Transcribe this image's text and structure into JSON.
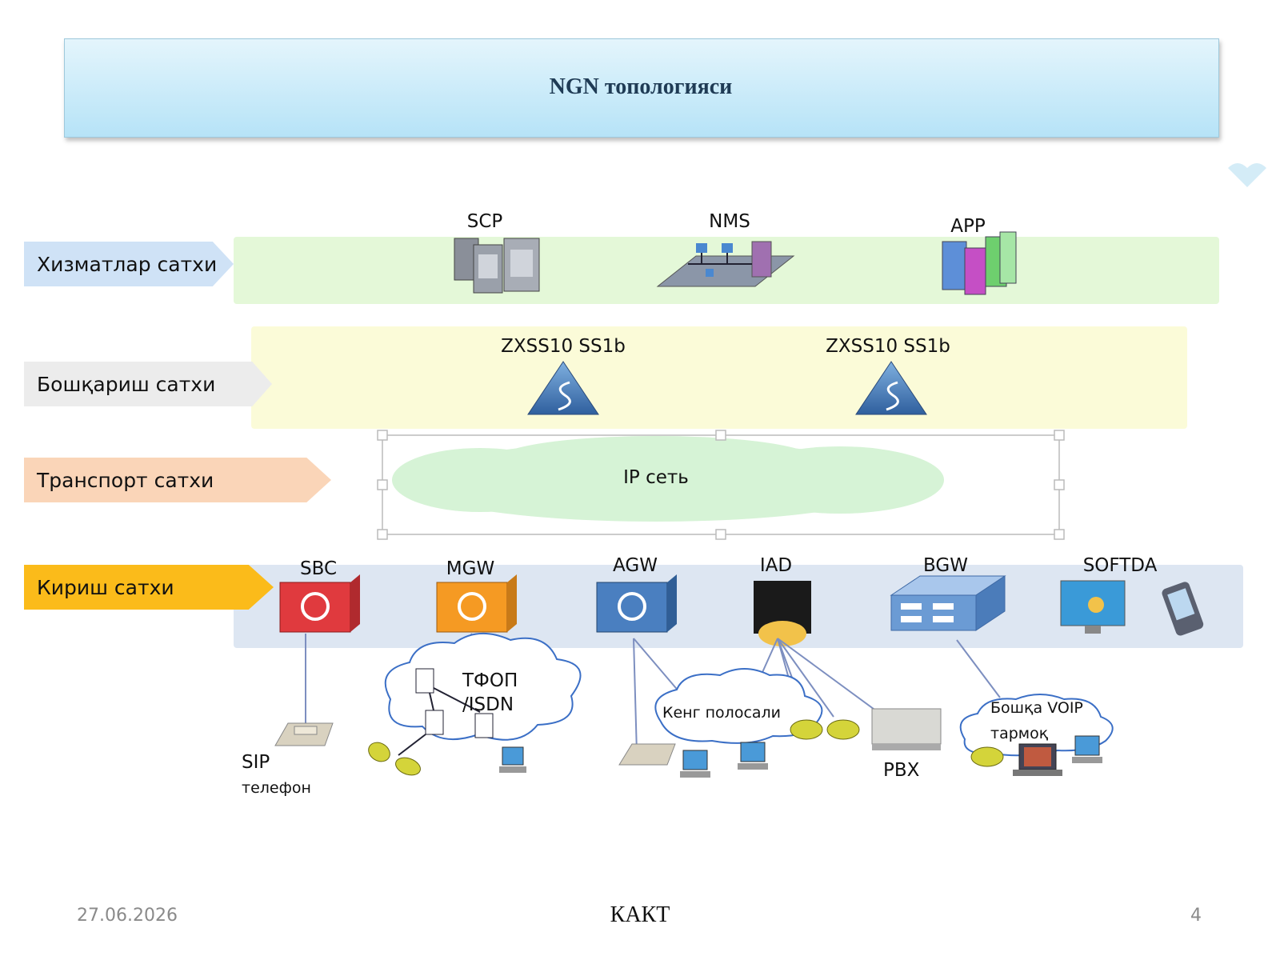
{
  "title": "NGN топологияси",
  "layers": {
    "services": "Хизматлар сатхи",
    "control": "Бошқариш сатхи",
    "transport": "Транспорт сатхи",
    "access": "Кириш сатхи"
  },
  "services_devices": {
    "scp": "SCP",
    "nms": "NMS",
    "app": "APP"
  },
  "control_devices": {
    "softswitch_1": "ZXSS10 SS1b",
    "softswitch_2": "ZXSS10 SS1b"
  },
  "transport": {
    "ip_network": "IP сеть"
  },
  "access_devices": {
    "sbc": "SBC",
    "mgw": "MGW",
    "agw": "AGW",
    "iad": "IAD",
    "bgw": "BGW",
    "softda": "SOFTDA"
  },
  "endpoints": {
    "sip_phone_line1": "SIP",
    "sip_phone_line2": "телефон",
    "pstn_line1": "ТФОП",
    "pstn_line2": "/ISDN",
    "broadband": "Кенг полосали",
    "pbx": "PBX",
    "other_voip_line1": "Бошқа VOIP",
    "other_voip_line2": "тармоқ"
  },
  "colors": {
    "sbc": "#e03a3e",
    "mgw": "#f59a23",
    "agw": "#4a7fc0",
    "iad": "#1a1a1a",
    "bgw": "#6b9bd4"
  },
  "footer": {
    "date": "27.06.2026",
    "center": "КАКТ",
    "page": "4"
  }
}
